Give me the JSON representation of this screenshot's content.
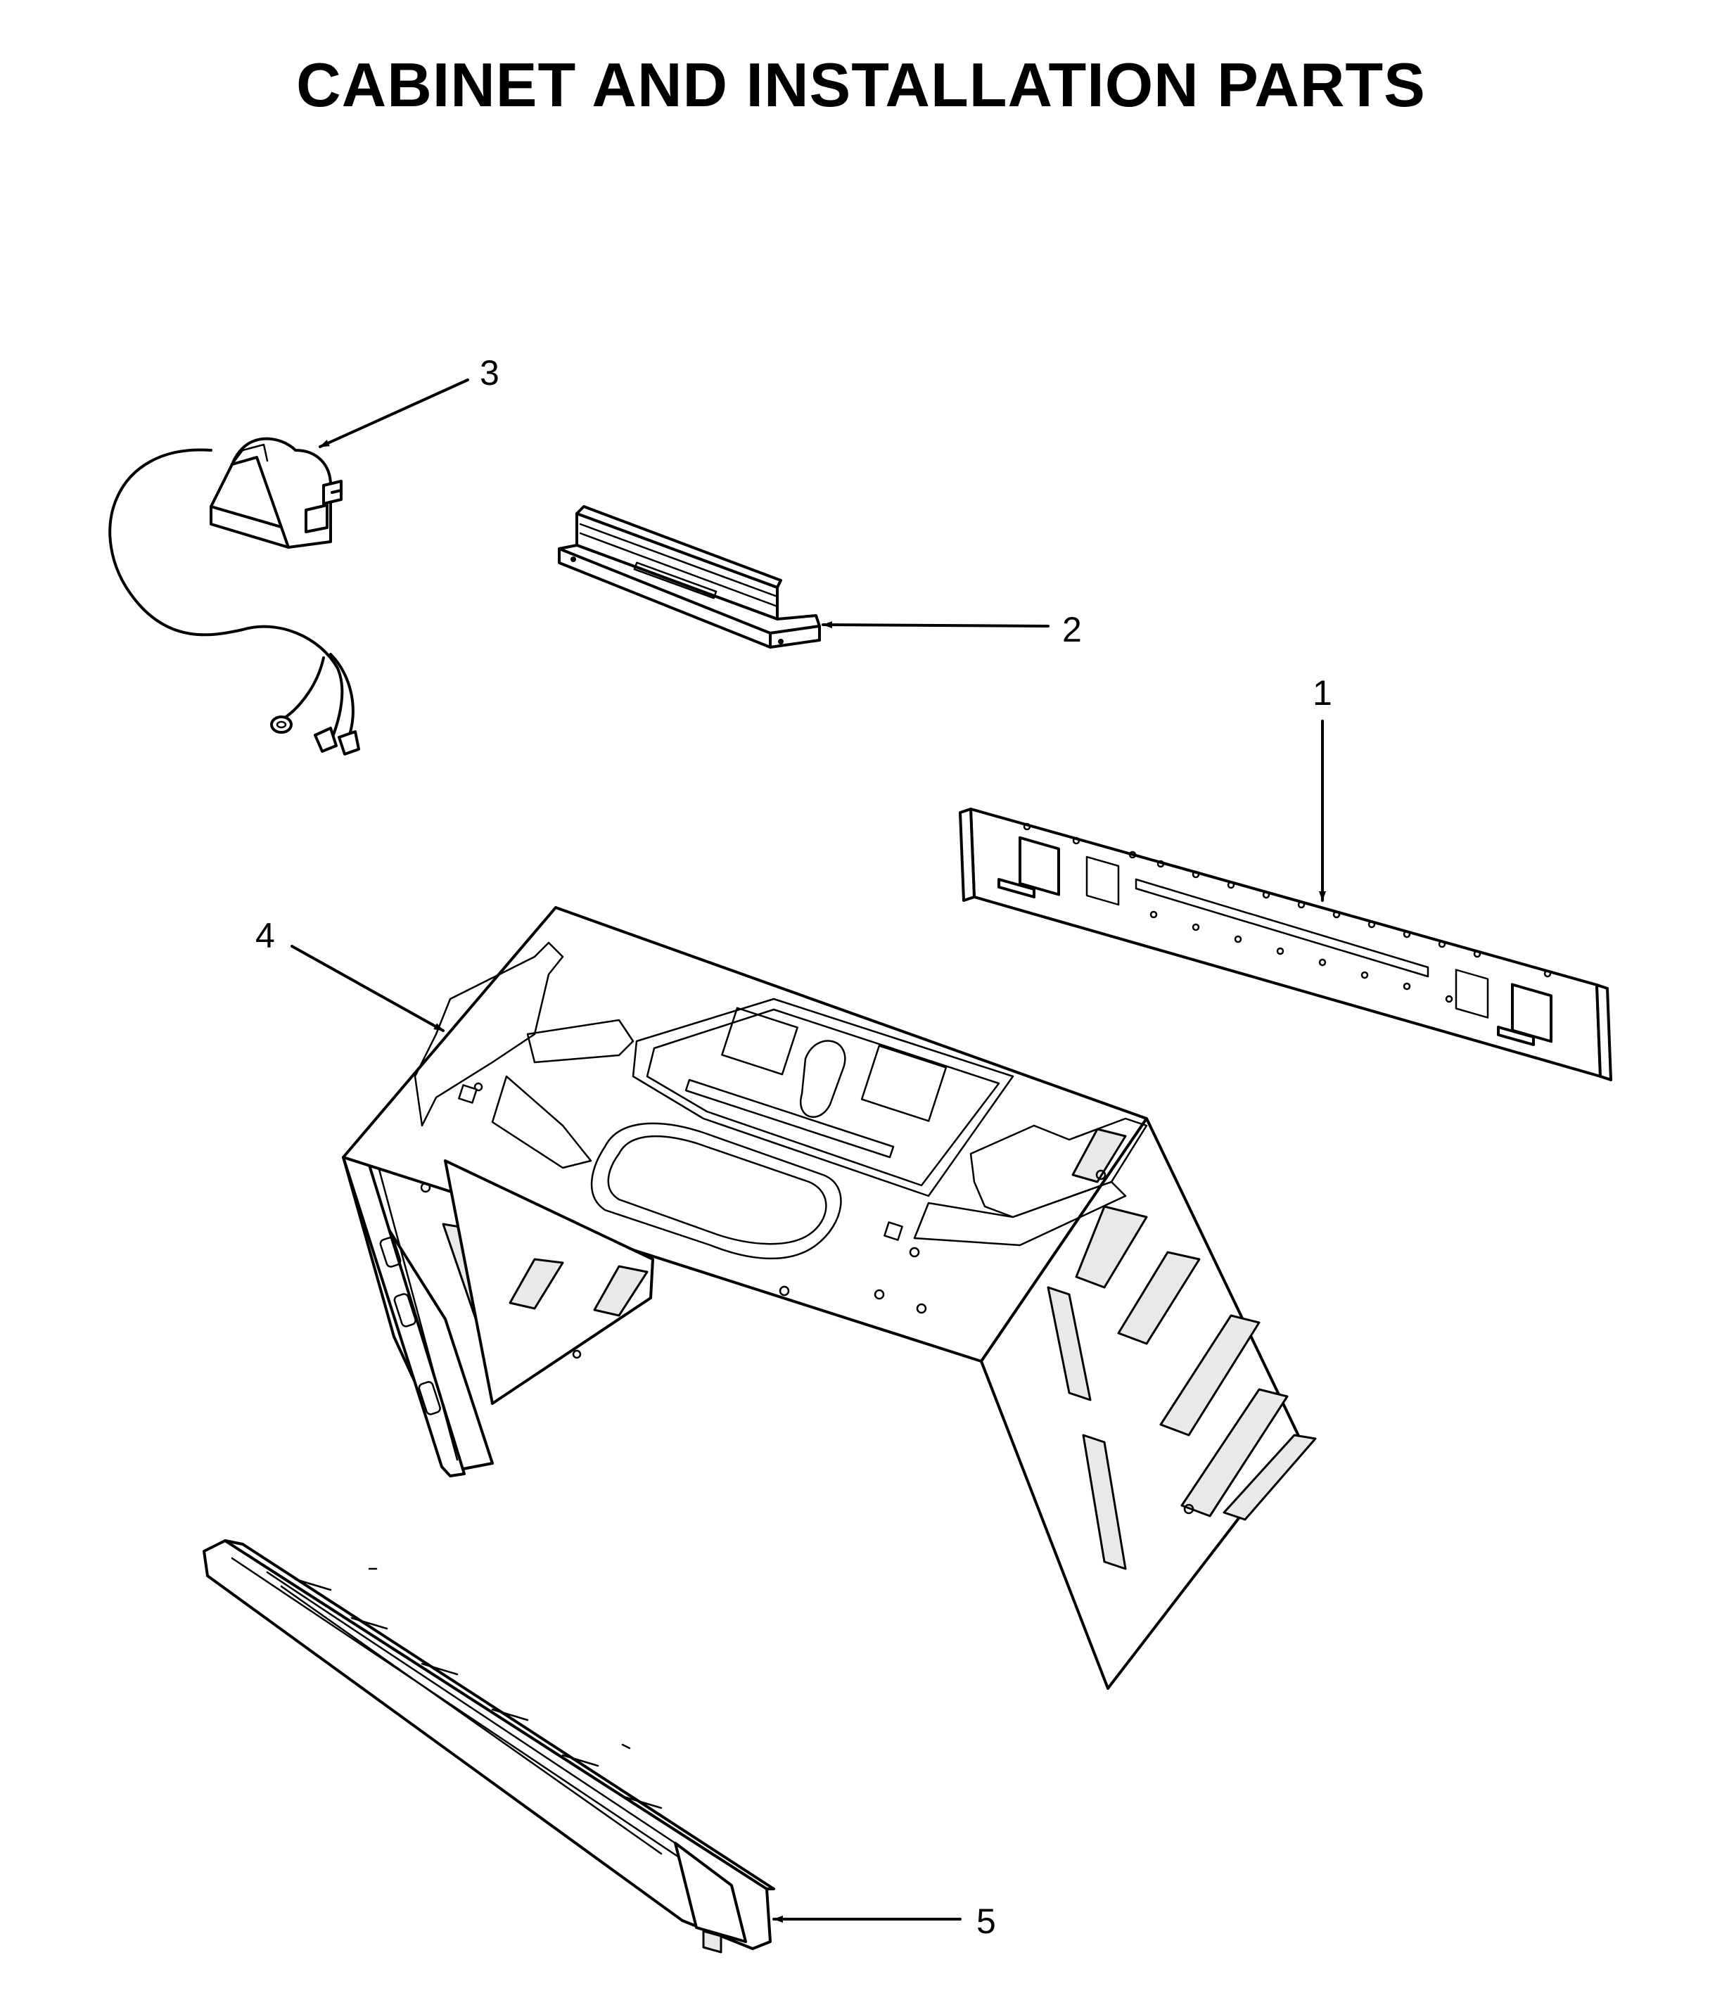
{
  "title": "CABINET AND INSTALLATION PARTS",
  "callouts": [
    {
      "id": 1,
      "label": "1",
      "part": "mounting-plate"
    },
    {
      "id": 2,
      "label": "2",
      "part": "bracket"
    },
    {
      "id": 3,
      "label": "3",
      "part": "power-cord"
    },
    {
      "id": 4,
      "label": "4",
      "part": "cabinet-wrapper"
    },
    {
      "id": 5,
      "label": "5",
      "part": "vent-grille"
    }
  ],
  "colors": {
    "line": "#000000",
    "background": "#ffffff",
    "shade": "#e9e9e9"
  }
}
